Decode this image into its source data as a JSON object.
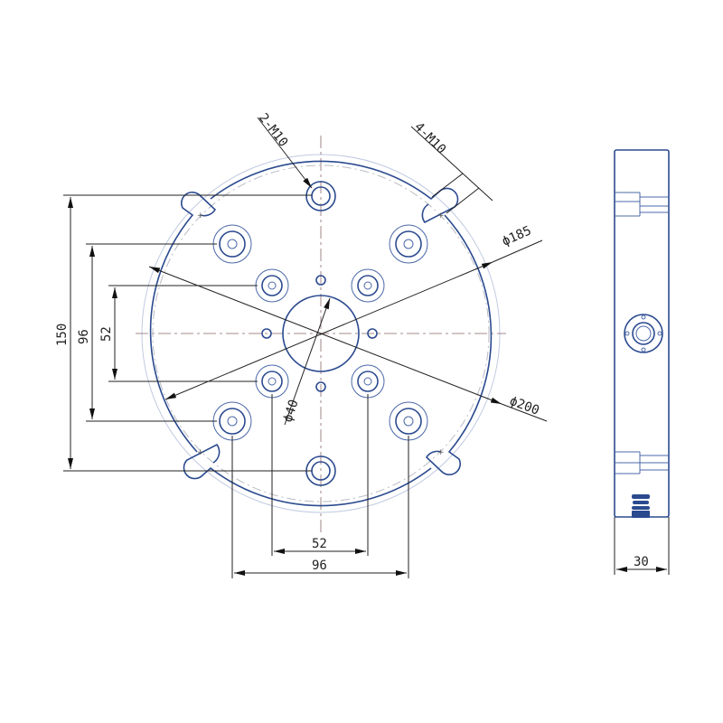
{
  "drawing": {
    "type": "technical-drawing",
    "views": [
      "front-view",
      "side-view"
    ],
    "colors": {
      "part_outline": "#2b4a8f",
      "dimension_line": "#222222",
      "center_line": "#8a6a6a",
      "background": "#ffffff"
    }
  },
  "front_view": {
    "callouts": {
      "top_holes": "2-M10",
      "slot_holes": "4-M10"
    },
    "diameters": {
      "pcd": "ϕ185",
      "outer": "ϕ200",
      "center_bore": "ϕ40"
    },
    "vertical_dims": {
      "outer": "150",
      "middle": "96",
      "inner": "52"
    },
    "horizontal_dims": {
      "inner": "52",
      "outer": "96"
    }
  },
  "side_view": {
    "thickness_dim": "30"
  }
}
